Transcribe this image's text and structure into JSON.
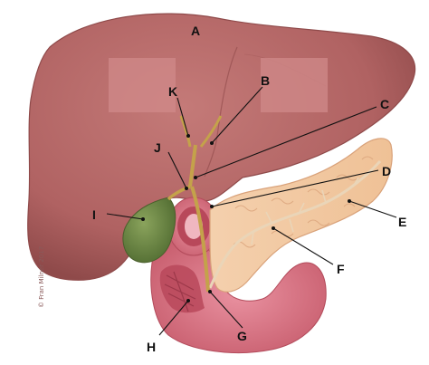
{
  "labels": {
    "A": "A",
    "B": "B",
    "C": "C",
    "D": "D",
    "E": "E",
    "F": "F",
    "G": "G",
    "H": "H",
    "I": "I",
    "J": "J",
    "K": "K"
  },
  "credit": "© Fran Milner 2017",
  "colors": {
    "liver": "#b86868",
    "liver_shadow": "#8f4a4a",
    "gallbladder": "#6f8a4a",
    "duct": "#c4a24a",
    "pancreas": "#f2c9a3",
    "pancreas_edge": "#d9a27a",
    "duodenum": "#e3838f",
    "duodenum_inner": "#b8485a",
    "label_box": "#d08a8a"
  }
}
